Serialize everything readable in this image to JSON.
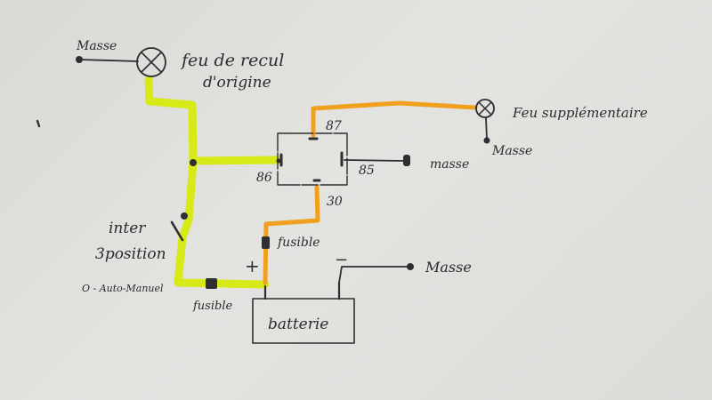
{
  "colors": {
    "paper": "#dddddb",
    "ink": "#2e2e33",
    "yellow_wire": "#d7ea18",
    "orange_wire": "#f0a01e"
  },
  "labels": {
    "masse_top_left": "Masse",
    "feu_recul_line1": "feu de recul",
    "feu_recul_line2": "d'origine",
    "feu_supp": "Feu supplémentaire",
    "masse_right_lamp": "Masse",
    "pin_87": "87",
    "pin_86": "86",
    "pin_85": "85",
    "pin_30": "30",
    "masse_relay": "masse",
    "inter_line1": "inter",
    "inter_line2": "3position",
    "switch_modes": "O - Auto-Manuel",
    "fusible_orange": "fusible",
    "fusible_yellow": "fusible",
    "plus": "+",
    "minus": "−",
    "masse_battery": "Masse",
    "battery": "batterie"
  },
  "icons": {
    "lamp_original": "lamp-cross-icon",
    "lamp_extra": "lamp-cross-icon"
  }
}
